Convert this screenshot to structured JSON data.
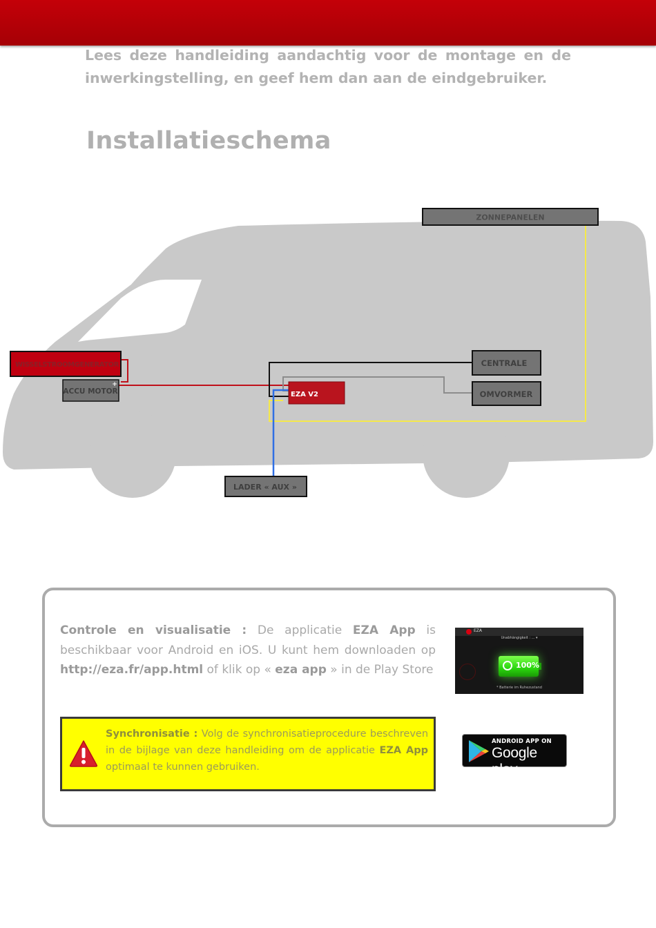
{
  "intro": {
    "text": "Lees deze handleiding aandachtig voor de montage en de inwerkingstelling, en geef hem dan aan de eindgebruiker."
  },
  "section": {
    "title": "Installatieschema"
  },
  "diagram": {
    "labels": {
      "zonnepanelen": "ZONNEPANELEN",
      "wisselstroomgenerator": "WISSELSTROOMGENERATOR",
      "accu_motor": "ACCU MOTOR",
      "plus_sign": "+",
      "eza_v2": "EZA V2",
      "centrale": "CENTRALE",
      "omvormer": "OMVORMER",
      "lader_aux": "LADER « AUX »"
    },
    "colors": {
      "vehicle": "#c9c9c9",
      "box_grey": "#747474",
      "box_red": "#b9141e",
      "generator_red": "#c00010",
      "wire_yellow": "#f5e84a",
      "wire_red": "#c0101a",
      "wire_black": "#111111",
      "wire_grey": "#8c8c8c",
      "wire_blue": "#2f6fe4"
    }
  },
  "info": {
    "control_label": "Controle en visualisatie :",
    "control_text_1": " De applicatie ",
    "app_name": "EZA App",
    "control_text_2": " is beschikbaar voor Android en iOS. U kunt hem downloaden op ",
    "url": "http://eza.fr/app.html",
    "control_text_3": " of klik op « ",
    "eza_app_link": "eza app",
    "control_text_4": " » in de Play Store",
    "screenshot": {
      "bar_title": "EZA",
      "status": "Unabhängigkeit : ... ▾",
      "battery_percent": "100%",
      "footer": "* Batterie im Ruhezustand"
    },
    "sync": {
      "label": "Synchronisatie :",
      "text_1": " Volg de synchronisatieprocedure beschreven in de bijlage van deze handleiding om de applicatie ",
      "app_name": "EZA App",
      "text_2": " optimaal te kunnen gebruiken.",
      "icon": "warning-triangle-icon"
    },
    "badge": {
      "small": "ANDROID APP ON",
      "big": "Google play",
      "icon": "google-play-icon"
    }
  }
}
